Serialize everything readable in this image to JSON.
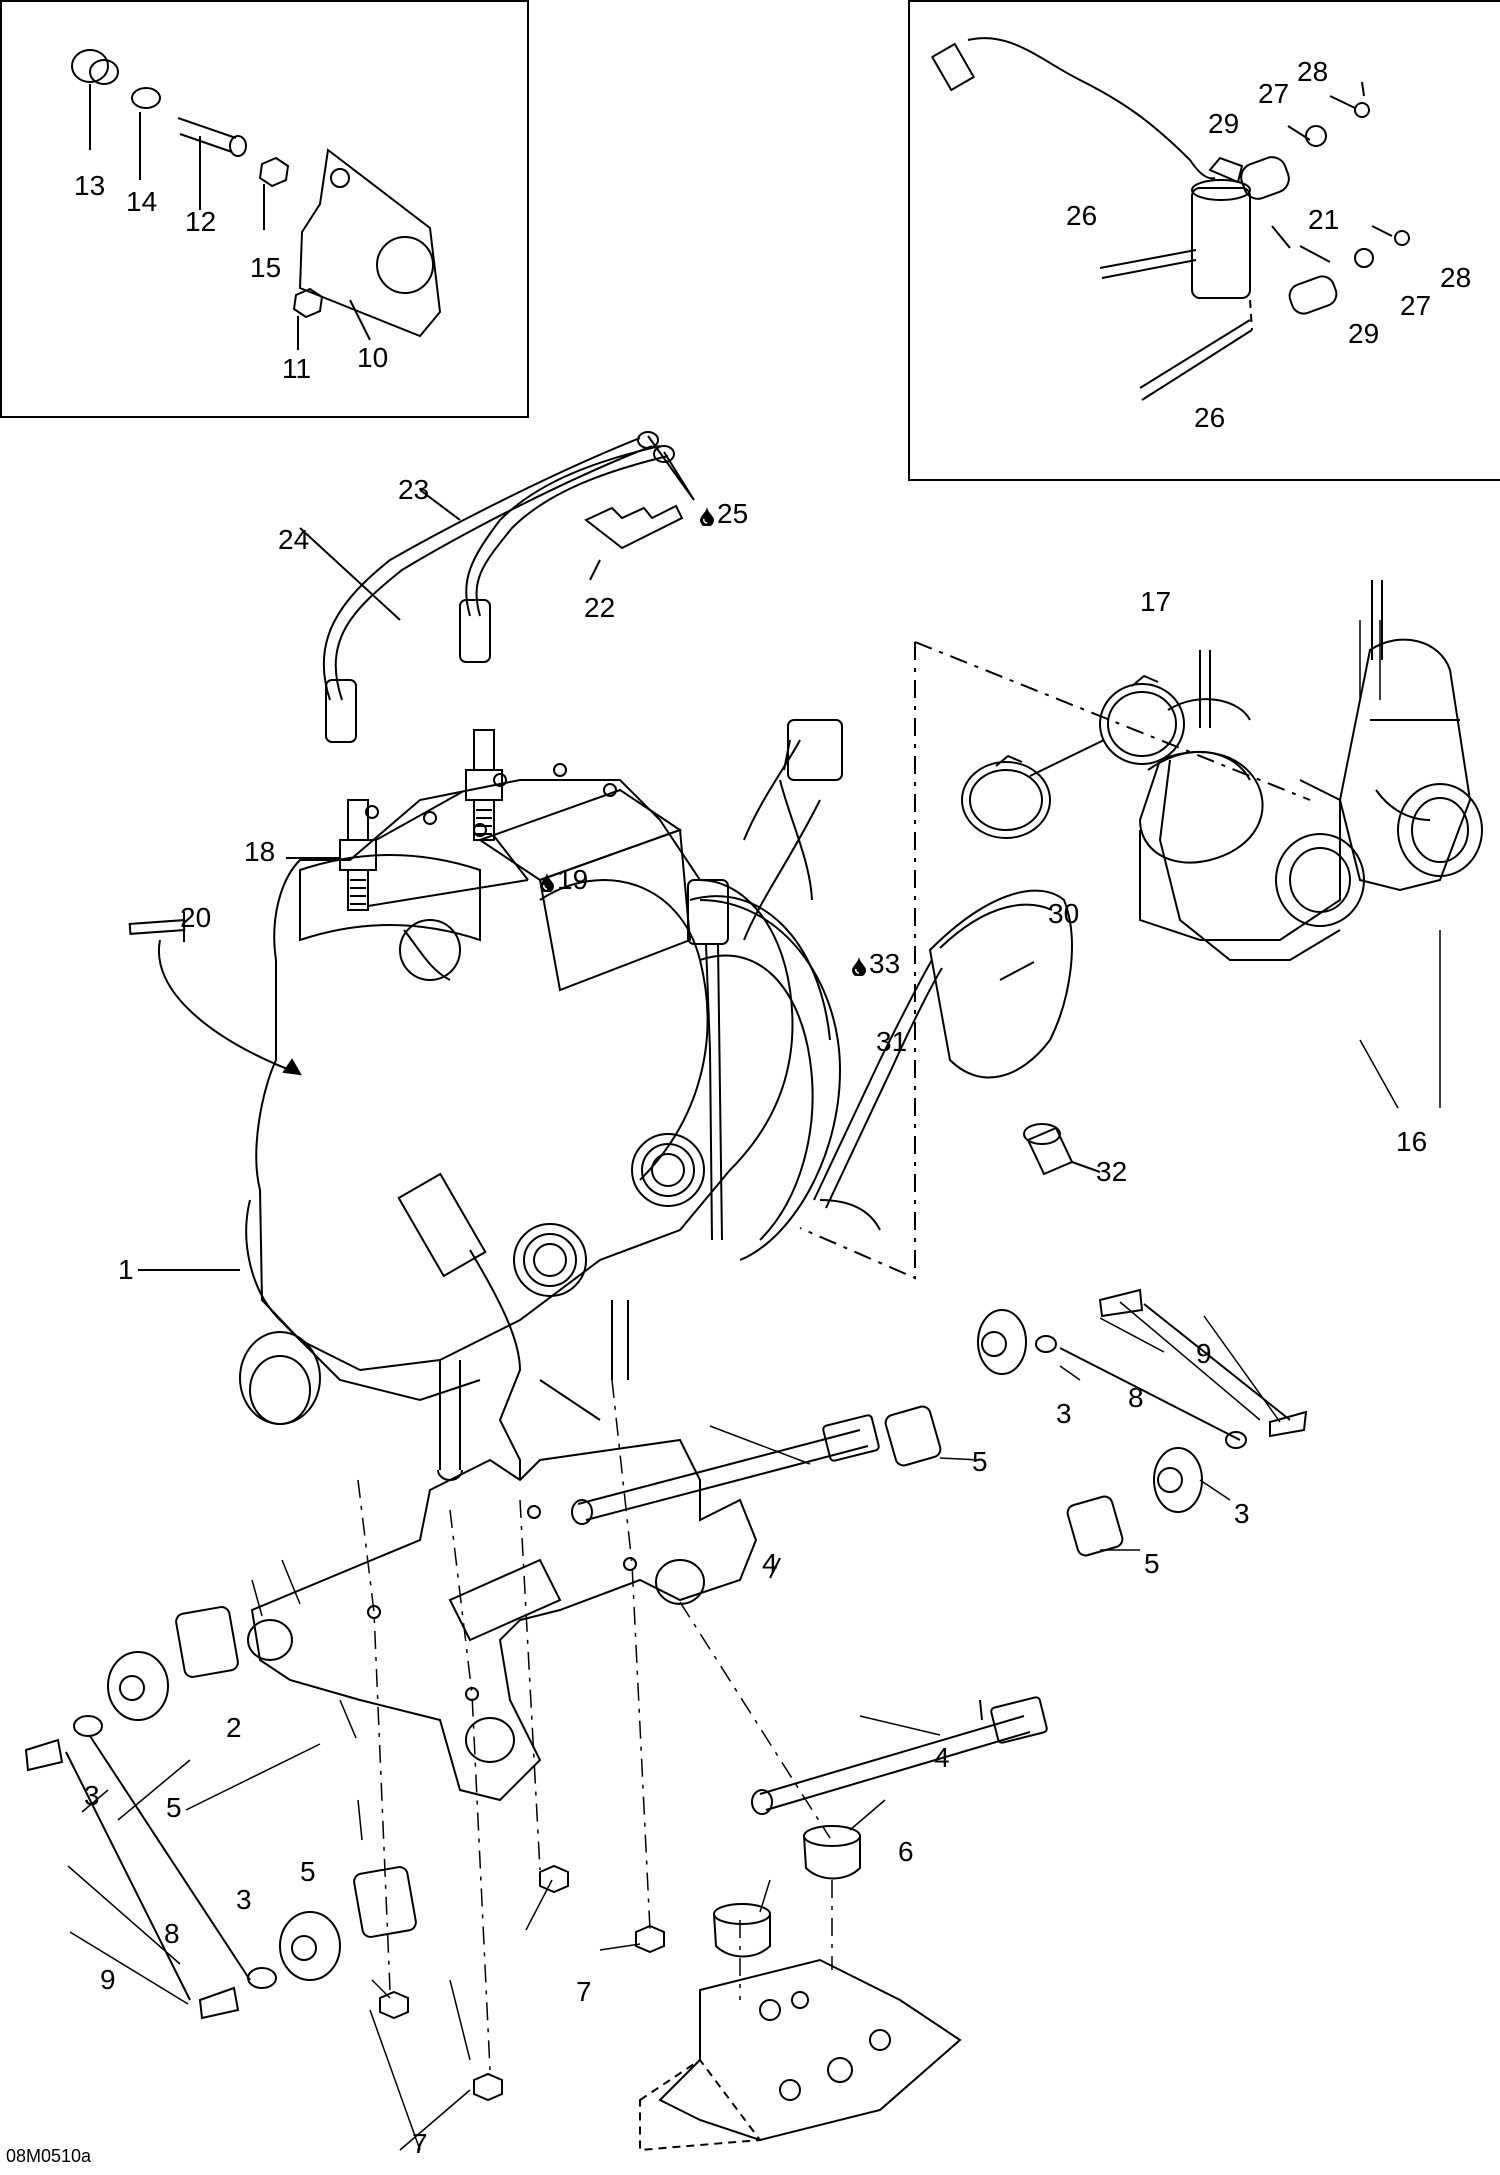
{
  "callouts": {
    "c1": "1",
    "c2": "2",
    "c3a": "3",
    "c3b": "3",
    "c3c": "3",
    "c3d": "3",
    "c4a": "4",
    "c4b": "4",
    "c5a": "5",
    "c5b": "5",
    "c5c": "5",
    "c5d": "5",
    "c6": "6",
    "c7a": "7",
    "c7b": "7",
    "c8a": "8",
    "c8b": "8",
    "c9a": "9",
    "c9b": "9",
    "c10": "10",
    "c11": "11",
    "c12": "12",
    "c13": "13",
    "c14": "14",
    "c15": "15",
    "c16": "16",
    "c17": "17",
    "c18": "18",
    "c19": "19",
    "c20": "20",
    "c21": "21",
    "c22": "22",
    "c23": "23",
    "c24": "24",
    "c25": "25",
    "c26a": "26",
    "c26b": "26",
    "c27a": "27",
    "c27b": "27",
    "c28a": "28",
    "c28b": "28",
    "c29a": "29",
    "c29b": "29",
    "c30": "30",
    "c31": "31",
    "c32": "32",
    "c33": "33"
  },
  "drawing_code": "08M0510a",
  "icons": {
    "drop": "oil-drop-icon"
  }
}
